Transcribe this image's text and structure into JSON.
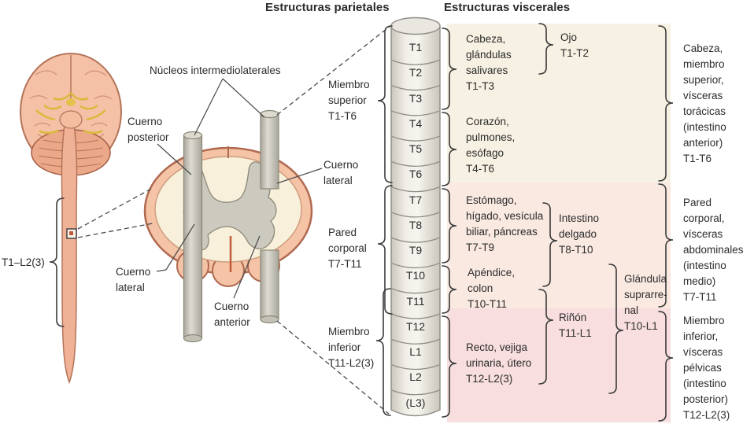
{
  "headers": {
    "parietal": "Estructuras parietales",
    "visceral": "Estructuras viscerales"
  },
  "overview": {
    "cord_range_label": "T1–L2(3)"
  },
  "cross_section": {
    "nuclei_label": "Núcleos intermediolaterales",
    "posterior_horn": "Cuerno\nposterior",
    "lateral_horn_upper": "Cuerno\nlateral",
    "lateral_horn_lower": "Cuerno\nlateral",
    "anterior_horn": "Cuerno\nanterior"
  },
  "spinal_column": {
    "segments": [
      "T1",
      "T2",
      "T3",
      "T4",
      "T5",
      "T6",
      "T7",
      "T8",
      "T9",
      "T10",
      "T11",
      "T12",
      "L1",
      "L2",
      "(L3)"
    ]
  },
  "parietal_structures": {
    "upper_limb": "Miembro\nsuperior\nT1-T6",
    "body_wall": "Pared\ncorporal\nT7-T11",
    "lower_limb": "Miembro\ninferior\nT11-L2(3)"
  },
  "visceral_structures": {
    "head_glands": "Cabeza,\nglándulas\nsalivares\nT1-T3",
    "eye": "Ojo\nT1-T2",
    "heart_lungs": "Corazón,\npulmones,\nesófago\nT4-T6",
    "stomach_liver": "Estómago,\nhígado, vesícula\nbiliar, páncreas\nT7-T9",
    "appendix_colon": "Apéndice,\ncolon\nT10-T11",
    "small_intestine": "Intestino\ndelgado\nT8-T10",
    "adrenal_gland": "Glándula\nsuprarre-\nnal\nT10-L1",
    "kidney": "Riñón\nT11-L1",
    "rectum_bladder": "Recto, vejiga\nurinaria, útero\nT12-L2(3)"
  },
  "summary_regions": {
    "thoracic": "Cabeza,\nmiembro\nsuperior,\nvísceras\ntorácicas\n(intestino\nanterior)\nT1-T6",
    "abdominal": "Pared\ncorporal,\nvísceras\nabdominales\n(intestino\nmedio)\nT7-T11",
    "pelvic": "Miembro\ninferior,\nvísceras\npélvicas\n(intestino\nposterior)\nT12-L2(3)"
  },
  "colors": {
    "cream_region": "#f6f1e2",
    "peach_region": "#f9e9e1",
    "pink_region": "#f8dede",
    "cord_salmon": "#f0b296",
    "gray_matter": "#ccc9bf"
  }
}
